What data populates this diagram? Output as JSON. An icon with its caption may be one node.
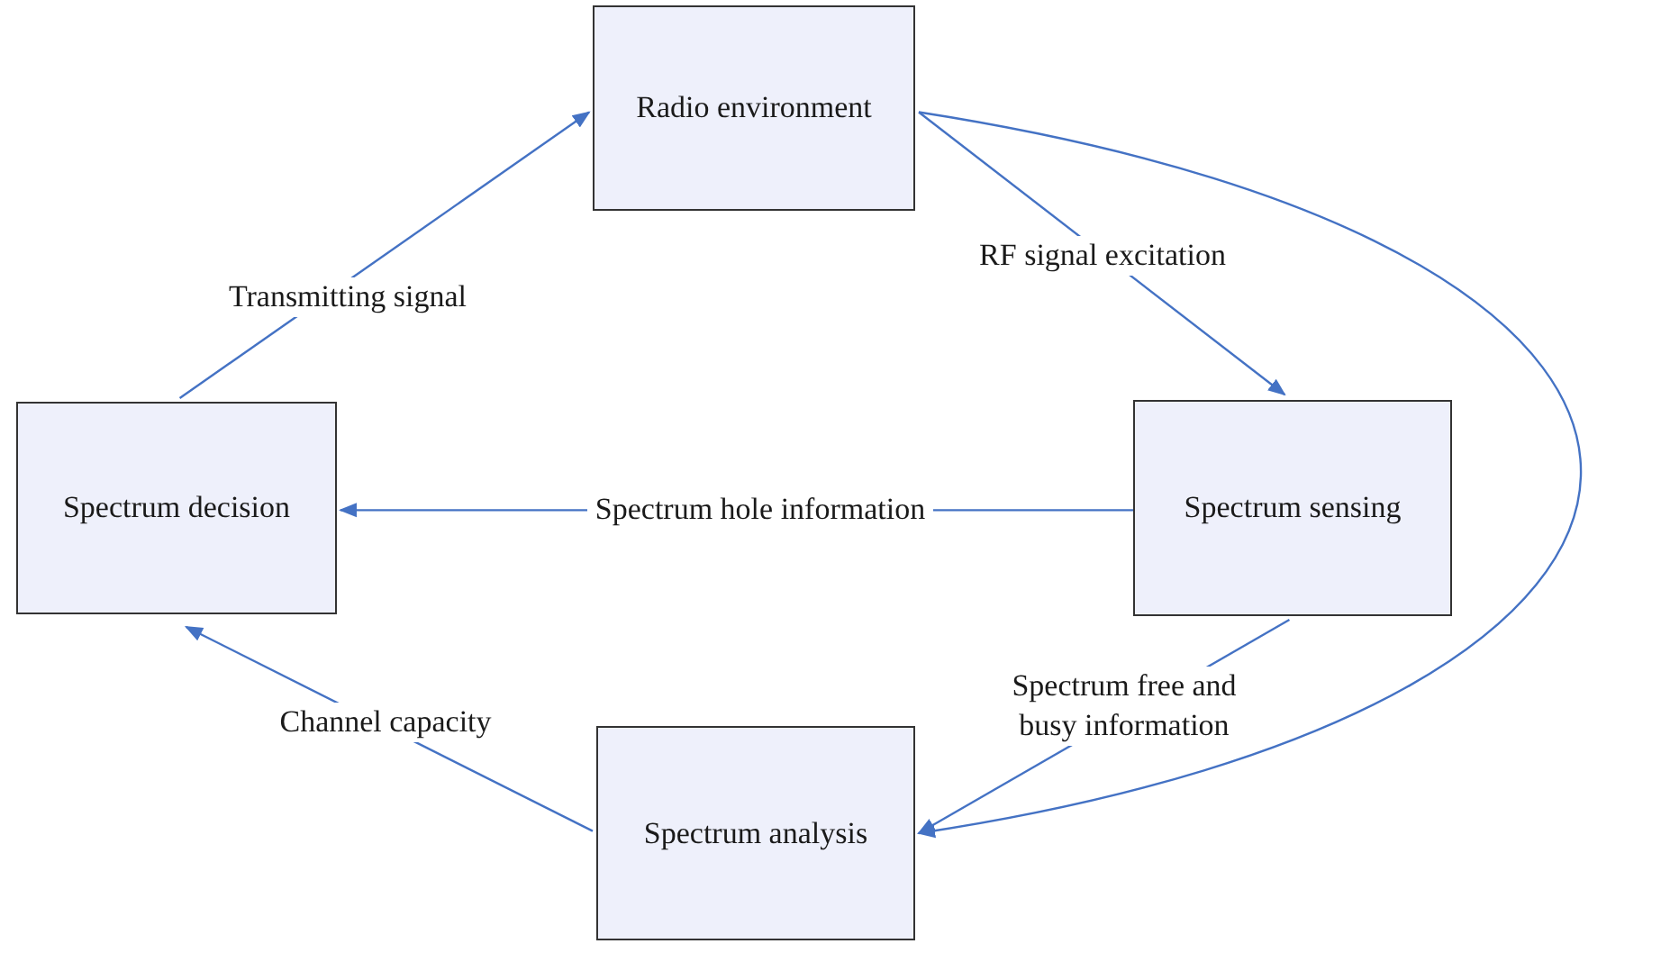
{
  "diagram": {
    "nodes": [
      {
        "text": [
          "Radio environment"
        ]
      },
      {
        "text": [
          "Spectrum decision"
        ]
      },
      {
        "text": [
          "Spectrum sensing"
        ]
      },
      {
        "text": [
          "Spectrum analysis"
        ]
      }
    ],
    "edges": [
      {
        "from": 1,
        "to": 0,
        "arrow": "to",
        "label": "Transmitting signal"
      },
      {
        "from": 0,
        "to": 2,
        "arrow": "to",
        "label": "RF signal excitation"
      },
      {
        "from": 2,
        "to": 1,
        "arrow": "to",
        "label": "Spectrum hole information"
      },
      {
        "from": 2,
        "to": 3,
        "arrow": "to",
        "label": "Spectrum free and busy information"
      },
      {
        "from": 3,
        "to": 1,
        "arrow": "to",
        "label": "Channel capacity"
      },
      {
        "from": 0,
        "to": 3,
        "arrow": "to"
      }
    ]
  }
}
